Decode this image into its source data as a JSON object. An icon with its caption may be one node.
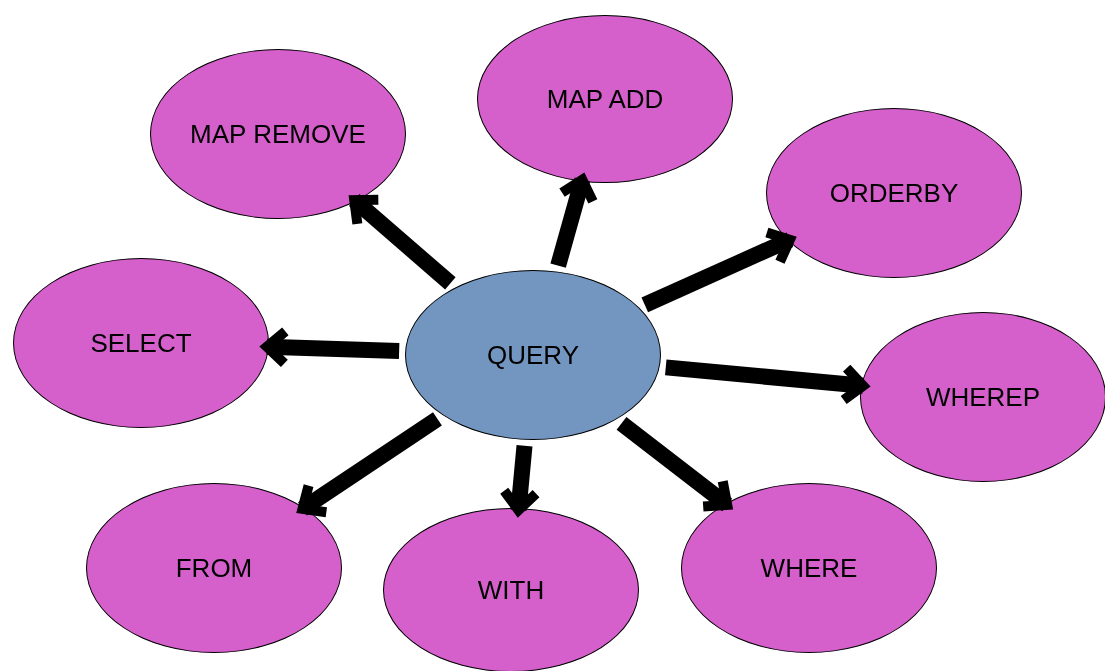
{
  "diagram": {
    "nodes": [
      {
        "text": [
          "QUERY"
        ]
      },
      {
        "text": [
          "MAP ADD"
        ]
      },
      {
        "text": [
          "MAP REMOVE"
        ]
      },
      {
        "text": [
          "ORDERBY"
        ]
      },
      {
        "text": [
          "SELECT"
        ]
      },
      {
        "text": [
          "WHEREP"
        ]
      },
      {
        "text": [
          "FROM"
        ]
      },
      {
        "text": [
          "WITH"
        ]
      },
      {
        "text": [
          "WHERE"
        ]
      }
    ],
    "edges": [
      {
        "from": 0,
        "to": 1,
        "arrow": "to"
      },
      {
        "from": 0,
        "to": 2,
        "arrow": "to"
      },
      {
        "from": 0,
        "to": 3,
        "arrow": "to"
      },
      {
        "from": 0,
        "to": 4,
        "arrow": "to"
      },
      {
        "from": 0,
        "to": 5,
        "arrow": "to"
      },
      {
        "from": 0,
        "to": 6,
        "arrow": "to"
      },
      {
        "from": 0,
        "to": 7,
        "arrow": "to"
      },
      {
        "from": 0,
        "to": 8,
        "arrow": "to"
      }
    ]
  }
}
